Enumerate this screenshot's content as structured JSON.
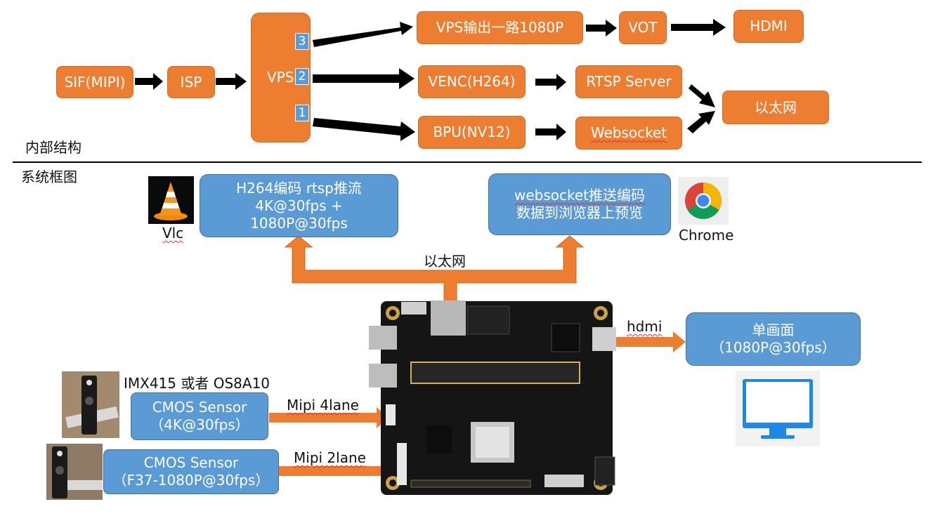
{
  "pipeline": {
    "sif": "SIF(MIPI)",
    "isp": "ISP",
    "vps": "VPS",
    "port3": "3",
    "port2": "2",
    "port1": "1",
    "vps_out": "VPS输出一路1080P",
    "vot": "VOT",
    "hdmi": "HDMI",
    "venc": "VENC(H264)",
    "rtsp": "RTSP Server",
    "bpu": "BPU(NV12)",
    "websocket": "Websocket",
    "ethernet": "以太网"
  },
  "section_internal": "内部结构",
  "section_system": "系统框图",
  "system": {
    "h264_line1": "H264编码 rtsp推流",
    "h264_line2": "4K@30fps +",
    "h264_line3": "1080P@30fps",
    "vlc_label": "Vlc",
    "ws_line1": "websocket推送编码",
    "ws_line2": "数据到浏览器上预览",
    "chrome_label": "Chrome",
    "ethernet_label": "以太网",
    "hdmi_label": "hdmi",
    "display_line1": "单画面",
    "display_line2": "（1080P@30fps）",
    "sensor_model": "IMX415 或者 OS8A10",
    "cmos1_line1": "CMOS Sensor",
    "cmos1_line2": "（4K@30fps）",
    "mipi4": "Mipi 4lane",
    "cmos2_line1": "CMOS Sensor",
    "cmos2_line2": "（F37-1080P@30fps）",
    "mipi2": "Mipi 2lane"
  },
  "colors": {
    "orange": "#ED7D31",
    "blue": "#5B9BD5",
    "black": "#000000"
  },
  "icons": [
    "vlc-icon",
    "chrome-icon",
    "monitor-icon",
    "board-image",
    "camera-module-image"
  ]
}
